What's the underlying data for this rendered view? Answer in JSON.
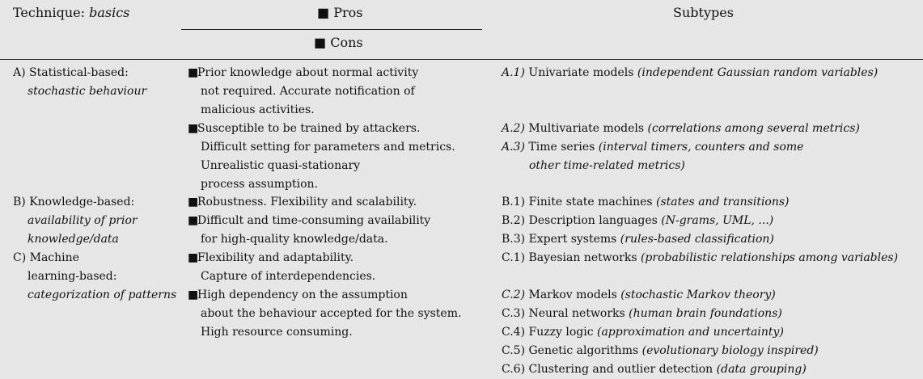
{
  "header": {
    "technique_label": "Technique:",
    "technique_em": "basics",
    "pros": "■ Pros",
    "cons": "■ Cons",
    "subtypes": "Subtypes"
  },
  "techniques": [
    {
      "lines": [
        {
          "text": "A) Statistical-based:",
          "style": "normal"
        },
        {
          "text": "stochastic behaviour",
          "style": "italic"
        }
      ]
    },
    {
      "lines": [
        {
          "text": "B) Knowledge-based:",
          "style": "normal"
        },
        {
          "text": "availability of prior",
          "style": "italic"
        },
        {
          "text": "knowledge/data",
          "style": "italic"
        }
      ]
    },
    {
      "lines": [
        {
          "text": "C) Machine",
          "style": "normal"
        },
        {
          "text": "learning-based:",
          "style": "normal"
        },
        {
          "text": "categorization of patterns",
          "style": "italic"
        }
      ]
    }
  ],
  "pros_cons": [
    {
      "bullet": "■",
      "lines": [
        "Prior knowledge about normal activity",
        "not required. Accurate notification of",
        "malicious activities."
      ]
    },
    {
      "bullet": "■",
      "lines": [
        "Susceptible to be trained by attackers.",
        "Difficult setting for parameters and metrics.",
        "Unrealistic quasi-stationary",
        "process assumption."
      ]
    },
    {
      "bullet": "■",
      "lines": [
        "Robustness. Flexibility and scalability."
      ]
    },
    {
      "bullet": "■",
      "lines": [
        "Difficult and time-consuming availability",
        "for high-quality knowledge/data."
      ]
    },
    {
      "bullet": "■",
      "lines": [
        "Flexibility and adaptability.",
        "Capture of interdependencies."
      ]
    },
    {
      "bullet": "■",
      "lines": [
        "High dependency on the assumption",
        "about the behaviour accepted for the system.",
        "High resource consuming."
      ]
    }
  ],
  "subtypes": [
    {
      "code": "A.1)",
      "name": "Univariate models",
      "desc": "(independent Gaussian random variables)"
    },
    {
      "code": "A.2)",
      "name": "Multivariate models",
      "desc": "(correlations among several metrics)"
    },
    {
      "code": "A.3)",
      "name": "Time series",
      "desc": "(interval timers, counters and some",
      "desc2": "other time-related metrics)"
    },
    {
      "code": "B.1)",
      "name": "Finite state machines",
      "desc": "(states and transitions)"
    },
    {
      "code": "B.2)",
      "name": "Description languages",
      "desc": "(N-grams, UML, ...)"
    },
    {
      "code": "B.3)",
      "name": "Expert systems",
      "desc": "(rules-based classification)"
    },
    {
      "code": "C.1)",
      "name": "Bayesian networks",
      "desc": "(probabilistic relationships among variables)"
    },
    {
      "code": "C.2)",
      "name": "Markov models",
      "desc": "(stochastic Markov theory)"
    },
    {
      "code": "C.3)",
      "name": "Neural networks",
      "desc": "(human brain foundations)"
    },
    {
      "code": "C.4)",
      "name": "Fuzzy logic",
      "desc": "(approximation and uncertainty)"
    },
    {
      "code": "C.5)",
      "name": "Genetic algorithms",
      "desc": "(evolutionary biology inspired)"
    },
    {
      "code": "C.6)",
      "name": "Clustering and outlier detection",
      "desc": "(data grouping)"
    }
  ]
}
